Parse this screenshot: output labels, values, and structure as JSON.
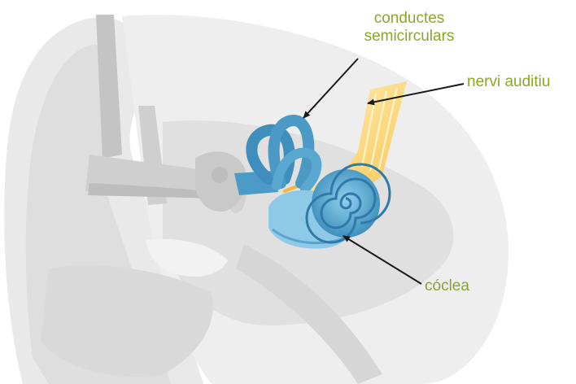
{
  "labels": {
    "semicircular_canals": {
      "line1": "conductes",
      "line2": "semicirculars"
    },
    "auditory_nerve": "nervi auditiu",
    "cochlea": "cóclea"
  },
  "colors": {
    "label_text": "#8aa62a",
    "pointer_line": "#1a1a1a",
    "ear_light": "#e9e9e9",
    "ear_mid": "#d6d6d6",
    "ear_dark": "#b9b9b9",
    "canal_blue": "#3f8fbc",
    "cochlea_blue": "#5fb0da",
    "nerve_yellow": "#fbd36a"
  }
}
